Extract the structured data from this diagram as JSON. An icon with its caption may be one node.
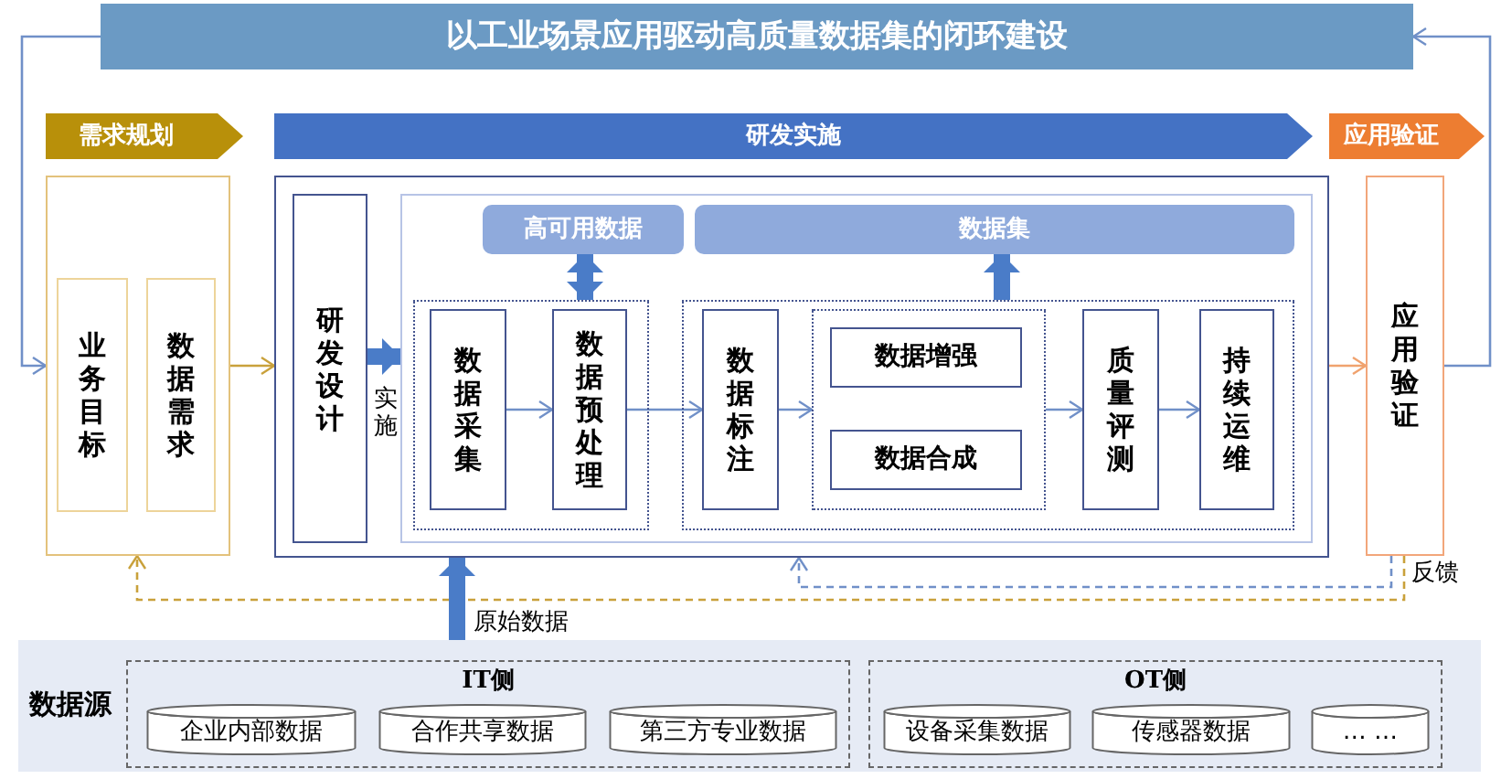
{
  "diagram": {
    "nodes": [
      {
        "text": [
          "以工业场景应用驱动高质量数据集的闭环建设"
        ]
      },
      {
        "text": [
          "需求规划"
        ]
      },
      {
        "text": [
          "研发实施"
        ]
      },
      {
        "text": [
          "应用验证"
        ]
      },
      {
        "text": [],
        "shape": "box"
      },
      {
        "text": [
          "业务目标"
        ],
        "in": 4
      },
      {
        "text": [
          "数据需求"
        ],
        "in": 4
      },
      {
        "text": [],
        "shape": "box"
      },
      {
        "text": [
          "研发设计"
        ],
        "in": 7
      },
      {
        "text": [],
        "shape": "box",
        "in": 7
      },
      {
        "text": [
          "高可用数据"
        ],
        "in": 9
      },
      {
        "text": [
          "数据集"
        ],
        "in": 9
      },
      {
        "text": [],
        "shape": "box",
        "in": 9
      },
      {
        "text": [
          "数据采集"
        ],
        "in": 12
      },
      {
        "text": [
          "数据预处理"
        ],
        "in": 12
      },
      {
        "text": [],
        "shape": "box",
        "in": 9
      },
      {
        "text": [
          "数据标注"
        ],
        "in": 15
      },
      {
        "text": [],
        "shape": "box",
        "in": 15
      },
      {
        "text": [
          "数据增强"
        ],
        "in": 17
      },
      {
        "text": [
          "数据合成"
        ],
        "in": 17
      },
      {
        "text": [
          "质量评测"
        ],
        "in": 15
      },
      {
        "text": [
          "持续运维"
        ],
        "in": 15
      },
      {
        "text": [
          "应用验证"
        ]
      },
      {
        "text": [
          "数据源"
        ]
      },
      {
        "text": [
          "IT侧"
        ],
        "in": 23
      },
      {
        "text": [
          "企业内部数据"
        ],
        "in": 24
      },
      {
        "text": [
          "合作共享数据"
        ],
        "in": 24
      },
      {
        "text": [
          "第三方专业数据"
        ],
        "in": 24
      },
      {
        "text": [
          "OT侧"
        ],
        "in": 23
      },
      {
        "text": [
          "设备采集数据"
        ],
        "in": 28
      },
      {
        "text": [
          "传感器数据"
        ],
        "in": 28
      },
      {
        "text": [
          "… …"
        ],
        "in": 28
      }
    ],
    "edges": [
      {
        "from": 4,
        "to": 7,
        "arrow": "to",
        "color": "#c9a13b"
      },
      {
        "from": 8,
        "to": 9,
        "arrow": "to",
        "style": "thick",
        "label": "实施"
      },
      {
        "from": 13,
        "to": 14,
        "arrow": "to"
      },
      {
        "from": 14,
        "to": 16,
        "arrow": "to"
      },
      {
        "from": 16,
        "to": 17,
        "arrow": "to"
      },
      {
        "from": 17,
        "to": 20,
        "arrow": "to"
      },
      {
        "from": 20,
        "to": 21,
        "arrow": "to"
      },
      {
        "from": 7,
        "to": 22,
        "arrow": "to",
        "color": "#f0a26e"
      },
      {
        "from": 22,
        "to": 0,
        "arrow": "to"
      },
      {
        "from": 0,
        "to": 4,
        "arrow": "to"
      },
      {
        "from": 22,
        "to": 4,
        "arrow": "to",
        "style": "dashed",
        "color": "#c9a13b"
      },
      {
        "from": 22,
        "to": 7,
        "arrow": "to",
        "style": "dashed",
        "label": "反馈"
      },
      {
        "from": 12,
        "to": 10,
        "arrow": "both",
        "style": "thick"
      },
      {
        "from": 15,
        "to": 11,
        "arrow": "to",
        "style": "thick"
      },
      {
        "from": 23,
        "to": 7,
        "arrow": "to",
        "style": "thick",
        "label": "原始数据"
      }
    ]
  }
}
